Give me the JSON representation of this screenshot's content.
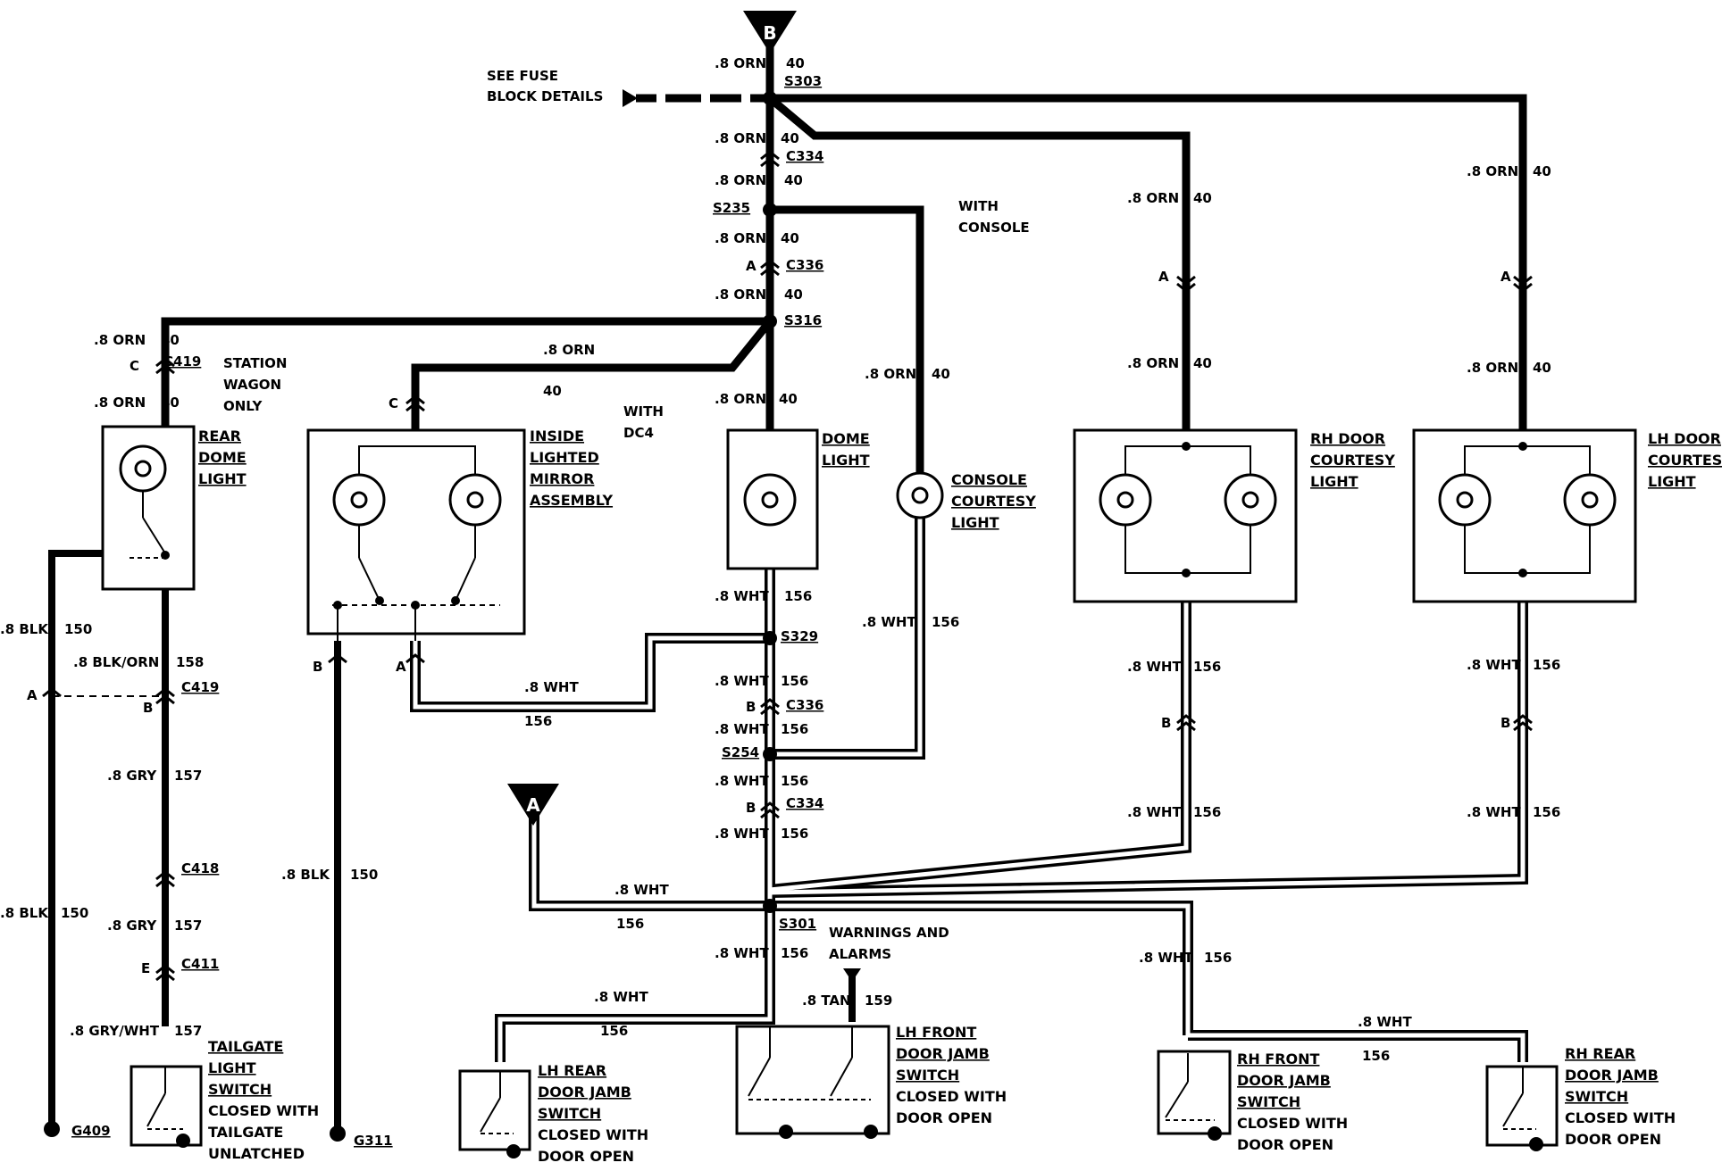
{
  "connectors": {
    "B": "B",
    "A": "A"
  },
  "fuse_note": [
    "SEE FUSE",
    "BLOCK DETAILS"
  ],
  "with_console": [
    "WITH",
    "CONSOLE"
  ],
  "with_dc4": [
    "WITH",
    "DC4"
  ],
  "station_wagon": [
    "STATION",
    "WAGON",
    "ONLY"
  ],
  "warnings": [
    "WARNINGS AND",
    "ALARMS"
  ],
  "splices": {
    "s303": "S303",
    "s235": "S235",
    "s316": "S316",
    "s329": "S329",
    "s254": "S254",
    "s301": "S301"
  },
  "connector_ids": {
    "c334": "C334",
    "c336": "C336",
    "c419": "C419",
    "c418": "C418",
    "c411": "C411"
  },
  "pins": {
    "a": "A",
    "b": "B",
    "c": "C",
    "e": "E"
  },
  "wires": {
    "orn": ".8 ORN",
    "n40": "40",
    "wht": ".8 WHT",
    "n156": "156",
    "blk": ".8 BLK",
    "n150": "150",
    "blkorn": ".8 BLK/ORN",
    "n158": "158",
    "gry": ".8 GRY",
    "n157": "157",
    "grywht": ".8 GRY/WHT",
    "tan": ".8 TAN",
    "n159": "159"
  },
  "components": {
    "rear_dome": [
      "REAR",
      "DOME",
      "LIGHT"
    ],
    "mirror": [
      "INSIDE",
      "LIGHTED",
      "MIRROR",
      "ASSEMBLY"
    ],
    "dome": [
      "DOME",
      "LIGHT"
    ],
    "console": [
      "CONSOLE",
      "COURTESY",
      "LIGHT"
    ],
    "rh_door": [
      "RH DOOR",
      "COURTESY",
      "LIGHT"
    ],
    "lh_door": [
      "LH DOOR",
      "COURTESY",
      "LIGHT"
    ],
    "tailgate": [
      "TAILGATE",
      "LIGHT",
      "SWITCH",
      "CLOSED WITH",
      "TAILGATE",
      "UNLATCHED"
    ],
    "lh_rear": [
      "LH REAR",
      "DOOR JAMB",
      "SWITCH",
      "CLOSED WITH",
      "DOOR OPEN"
    ],
    "lh_front": [
      "LH FRONT",
      "DOOR JAMB",
      "SWITCH",
      "CLOSED WITH",
      "DOOR OPEN"
    ],
    "rh_front": [
      "RH FRONT",
      "DOOR JAMB",
      "SWITCH",
      "CLOSED WITH",
      "DOOR OPEN"
    ],
    "rh_rear": [
      "RH REAR",
      "DOOR JAMB",
      "SWITCH",
      "CLOSED WITH",
      "DOOR OPEN"
    ]
  },
  "grounds": {
    "g409": "G409",
    "g311": "G311"
  }
}
